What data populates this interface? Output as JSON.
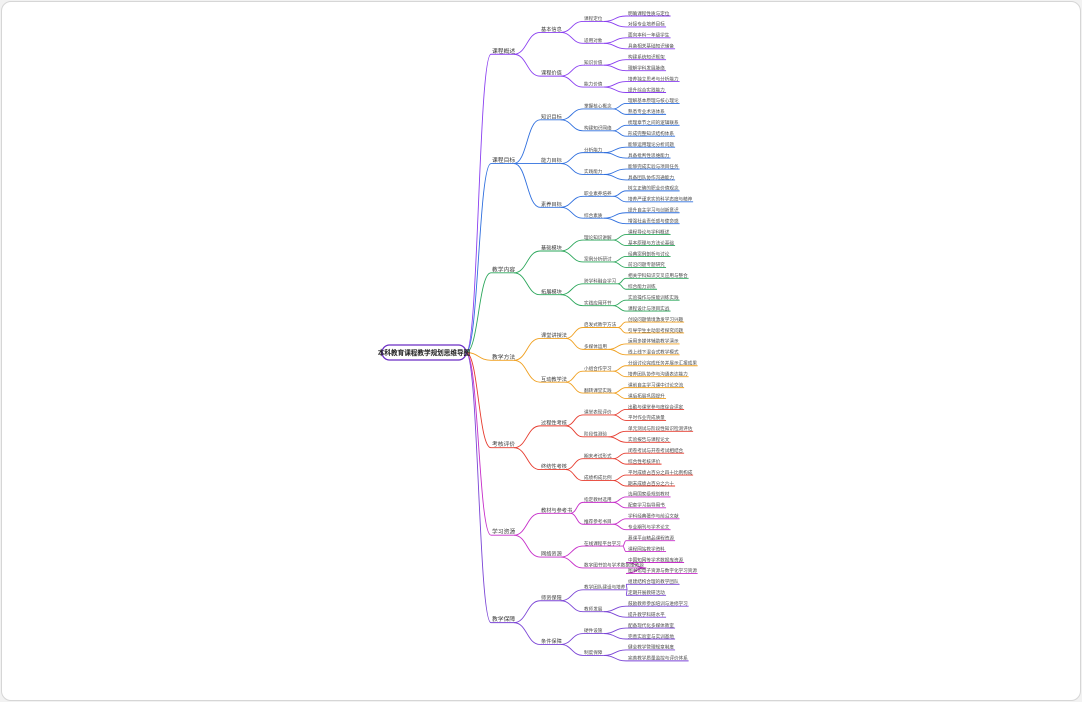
{
  "root": {
    "label": "本科教育课程教学规划思维导图",
    "accent": "#6a2cc4"
  },
  "branches": [
    {
      "label": "课程概述",
      "color": "#8a3ff0",
      "groups": [
        {
          "label": "基本信息",
          "subs": [
            {
              "label": "课程定位",
              "leaves": [
                "明确课程性质与定位",
                "对接专业培养目标"
              ]
            },
            {
              "label": "适用对象",
              "leaves": [
                "面向本科一年级学生",
                "具备相关基础知识储备"
              ]
            }
          ]
        },
        {
          "label": "课程价值",
          "subs": [
            {
              "label": "知识价值",
              "leaves": [
                "构建系统知识框架",
                "理解学科发展脉络"
              ]
            },
            {
              "label": "能力价值",
              "leaves": [
                "培养独立思考与分析能力",
                "提升综合实践能力"
              ]
            }
          ]
        }
      ]
    },
    {
      "label": "课程目标",
      "color": "#2f6fde",
      "groups": [
        {
          "label": "知识目标",
          "subs": [
            {
              "label": "掌握核心概念",
              "leaves": [
                "理解基本原理与核心理论",
                "熟悉专业术语体系"
              ]
            },
            {
              "label": "构建知识网络",
              "leaves": [
                "梳理章节之间的逻辑联系",
                "形成完整知识结构体系"
              ]
            }
          ]
        },
        {
          "label": "能力目标",
          "subs": [
            {
              "label": "分析能力",
              "leaves": [
                "能够运用理论分析问题",
                "具备批判性思维能力"
              ]
            },
            {
              "label": "实践能力",
              "leaves": [
                "能够完成实验与项目任务",
                "具备团队协作沟通能力"
              ]
            }
          ]
        },
        {
          "label": "素养目标",
          "subs": [
            {
              "label": "职业素养培养",
              "leaves": [
                "树立正确的职业价值观念",
                "培养严谨求实的科学态度与精神"
              ]
            },
            {
              "label": "综合素质",
              "leaves": [
                "提升自主学习与创新意识",
                "增强社会责任感与使命感"
              ]
            }
          ]
        }
      ]
    },
    {
      "label": "教学内容",
      "color": "#2aa65a",
      "groups": [
        {
          "label": "基础模块",
          "subs": [
            {
              "label": "理论知识讲解",
              "leaves": [
                "课程导论与学科概述",
                "基本原理与方法论基础"
              ]
            },
            {
              "label": "案例分析研讨",
              "leaves": [
                "经典案例剖析与讨论",
                "前沿问题专题研究"
              ]
            }
          ]
        },
        {
          "label": "拓展模块",
          "subs": [
            {
              "label": "跨学科融合学习",
              "leaves": [
                "相关学科知识交叉应用与整合",
                "综合能力训练"
              ]
            },
            {
              "label": "实践应用环节",
              "leaves": [
                "实验操作与技能训练实践",
                "课程设计与项目实战"
              ]
            }
          ]
        }
      ]
    },
    {
      "label": "教学方法",
      "color": "#f0a020",
      "groups": [
        {
          "label": "课堂讲授法",
          "subs": [
            {
              "label": "启发式教学方法",
              "leaves": [
                "创设问题情境激发学习兴趣",
                "引导学生主动思考探究问题"
              ]
            },
            {
              "label": "多媒体运用",
              "leaves": [
                "运用多媒体辅助教学演示",
                "线上线下混合式教学模式"
              ]
            }
          ]
        },
        {
          "label": "互动教学法",
          "subs": [
            {
              "label": "小组合作学习",
              "leaves": [
                "分组讨论完成任务并展示汇报成果",
                "培养团队协作与沟通表达能力"
              ]
            },
            {
              "label": "翻转课堂实践",
              "leaves": [
                "课前自主学习课中讨论交流",
                "课后拓展巩固提升"
              ]
            }
          ]
        }
      ]
    },
    {
      "label": "考核评价",
      "color": "#e63b2e",
      "groups": [
        {
          "label": "过程性考核",
          "subs": [
            {
              "label": "课堂表现评价",
              "leaves": [
                "出勤与课堂参与度综合评定",
                "平时作业完成质量"
              ]
            },
            {
              "label": "阶段性测验",
              "leaves": [
                "单元测试与阶段性知识检测评估",
                "实验报告与课程论文"
              ]
            }
          ]
        },
        {
          "label": "终结性考核",
          "subs": [
            {
              "label": "期末考试形式",
              "leaves": [
                "闭卷考试与开卷考试相结合",
                "综合性考核评价"
              ]
            },
            {
              "label": "成绩构成比例",
              "leaves": [
                "平时成绩占百分之四十比例构成",
                "期末成绩占百分之六十"
              ]
            }
          ]
        }
      ]
    },
    {
      "label": "学习资源",
      "color": "#c62ec9",
      "groups": [
        {
          "label": "教材与参考书",
          "subs": [
            {
              "label": "指定教材选用",
              "leaves": [
                "选用国家级规划教材",
                "配套学习指导用书"
              ]
            },
            {
              "label": "推荐参考书目",
              "leaves": [
                "学科经典著作与前沿文献",
                "专业期刊与学术论文"
              ]
            }
          ]
        },
        {
          "label": "网络资源",
          "subs": [
            {
              "label": "在线课程平台学习",
              "leaves": [
                "慕课平台精品课程资源",
                "课程网站教学资料"
              ]
            },
            {
              "label": "数字图书馆与学术数据库资源",
              "leaves": [
                "中国知网等学术数据库资源",
                "图书馆电子资源与数字化学习资源"
              ]
            }
          ]
        }
      ]
    },
    {
      "label": "教学保障",
      "color": "#7b45d6",
      "groups": [
        {
          "label": "师资保障",
          "subs": [
            {
              "label": "教学团队建设与培养",
              "leaves": [
                "组建结构合理的教学团队",
                "定期开展教研活动"
              ]
            },
            {
              "label": "教师发展",
              "leaves": [
                "鼓励教师参加培训与进修学习",
                "提升教学科研水平"
              ]
            }
          ]
        },
        {
          "label": "条件保障",
          "subs": [
            {
              "label": "硬件设施",
              "leaves": [
                "配备现代化多媒体教室",
                "完善实验室与实训基地"
              ]
            },
            {
              "label": "制度保障",
              "leaves": [
                "健全教学管理规章制度",
                "完善教学质量监控与评价体系"
              ]
            }
          ]
        }
      ]
    }
  ]
}
